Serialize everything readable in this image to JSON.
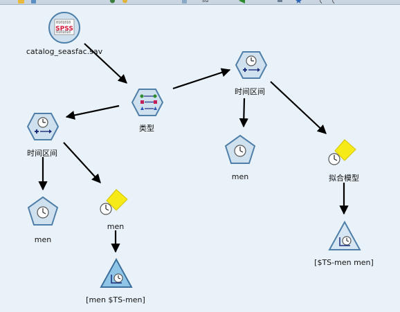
{
  "toolbar": {
    "icons": [
      "folder-icon",
      "edit-icon",
      "run-icon",
      "zoom-icon",
      "stop-icon",
      "back-icon",
      "forward-icon",
      "star-icon"
    ],
    "partial_text": "su"
  },
  "nodes": {
    "source": {
      "label": "catalog_seasfac.sav",
      "icon": "spss-file-icon",
      "badge": "SPSS"
    },
    "type": {
      "label": "类型",
      "icon": "type-node-icon"
    },
    "interval_left": {
      "label": "时间区间",
      "icon": "time-interval-icon"
    },
    "interval_right": {
      "label": "时间区间",
      "icon": "time-interval-icon"
    },
    "men_left": {
      "label": "men",
      "icon": "time-plot-pentagon-icon"
    },
    "men_right": {
      "label": "men",
      "icon": "time-plot-pentagon-icon"
    },
    "model_left": {
      "label": "men",
      "icon": "model-nugget-icon"
    },
    "model_right": {
      "label": "拟合模型",
      "icon": "model-nugget-icon"
    },
    "output_left": {
      "label": "[men $TS-men]",
      "icon": "time-series-plot-triangle-icon"
    },
    "output_right": {
      "label": "[$TS-men men]",
      "icon": "time-series-plot-triangle-icon"
    }
  },
  "colors": {
    "canvas": "#e9f2f9",
    "node_fill": "#cfe1ee",
    "node_stroke": "#4f7fa8",
    "triangle_selected": "#8fc6e8",
    "triangle_plain": "#d6e6f2",
    "nugget": "#f6ea19",
    "arrow": "#000000"
  }
}
